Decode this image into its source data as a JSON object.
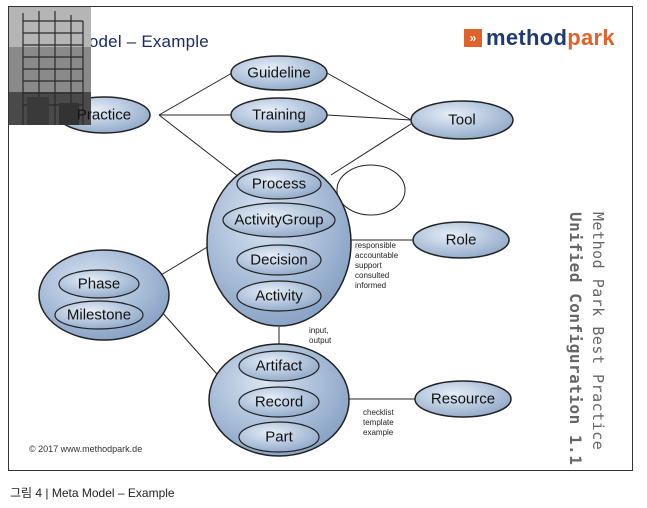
{
  "title": "Meta Model – Example",
  "logo": {
    "prefix": "method",
    "accent": "park"
  },
  "side_text": {
    "line1": "Method Park Best Practice",
    "line2": "Unified Configuration 1.1"
  },
  "nodes": {
    "practice": "Practice",
    "guideline": "Guideline",
    "training": "Training",
    "tool": "Tool",
    "process": "Process",
    "activity_group": "ActivityGroup",
    "decision": "Decision",
    "activity": "Activity",
    "role": "Role",
    "phase": "Phase",
    "milestone": "Milestone",
    "artifact": "Artifact",
    "record": "Record",
    "part": "Part",
    "resource": "Resource"
  },
  "notes": {
    "role_relations": [
      "responsible",
      "accountable",
      "support",
      "consulted",
      "informed"
    ],
    "io": [
      "input,",
      "output"
    ],
    "resource_relations": [
      "checklist",
      "template",
      "example"
    ]
  },
  "footer": "© 2017 www.methodpark.de",
  "caption": "그림 4 | Meta Model – Example",
  "colors": {
    "node_fill": "#a9bdd6",
    "node_stroke": "#222222",
    "brand_blue": "#1f3a73",
    "brand_orange": "#e0622a"
  }
}
